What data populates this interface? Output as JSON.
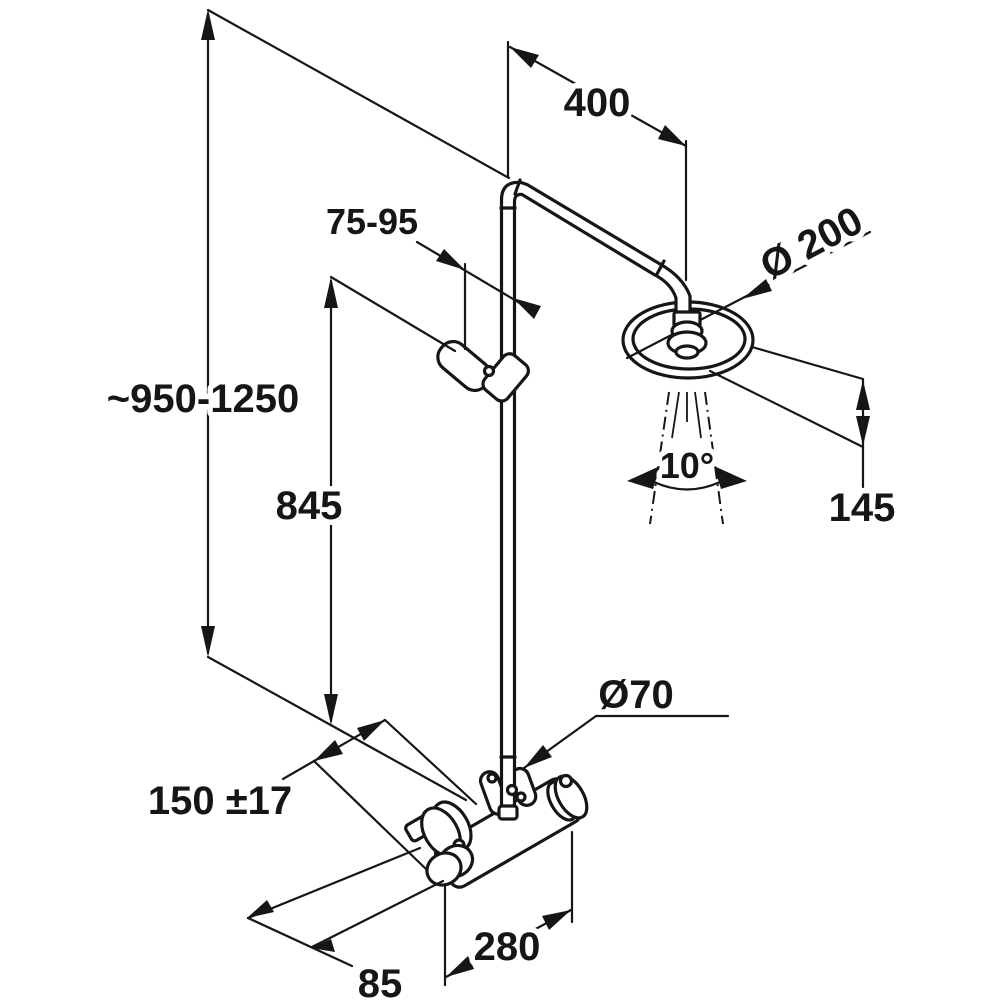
{
  "diagram": {
    "background_color": "#ffffff",
    "line_color": "#161616",
    "labels": {
      "arm_length": "400",
      "bracket_range": "75-95",
      "head_diameter": "Ø 200",
      "height_range": "~950-1250",
      "riser_length": "845",
      "spray_angle": "10°",
      "head_drop": "145",
      "flange_diameter": "Ø70",
      "connection_spacing": "150 ±17",
      "valve_width": "280",
      "handle_offset": "85"
    }
  }
}
